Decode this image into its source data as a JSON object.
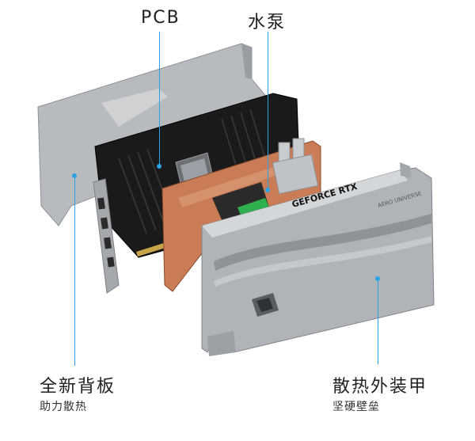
{
  "labels": {
    "pcb": "PCB",
    "pump": "水泵",
    "backplate_title": "全新背板",
    "backplate_sub": "助力散热",
    "shroud_title": "散热外装甲",
    "shroud_sub": "坚硬壁垒"
  },
  "product_text": {
    "brand_print": "GEFORCE RTX",
    "shroud_mark": "AERO UNIVERSE"
  },
  "colors": {
    "accent": "#2aa3e6",
    "backplate": "#b8bcc0",
    "pcb": "#151515",
    "copper": "#c77a52",
    "shroud": "#aeb2b6"
  }
}
